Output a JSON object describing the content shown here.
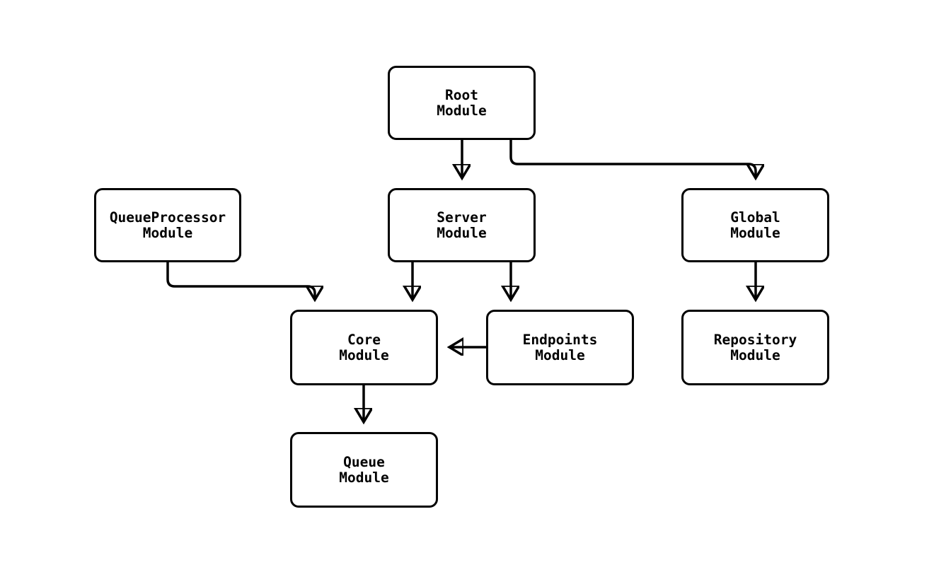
{
  "diagram": {
    "type": "flowchart",
    "background_color": "#ffffff",
    "node_fill_color": "#ffffff",
    "node_border_color": "#000000",
    "edge_color": "#000000",
    "text_color": "#000000",
    "nodes": [
      {
        "id": "root",
        "label": "Root\nModule"
      },
      {
        "id": "queueprocessor",
        "label": "QueueProcessor\nModule"
      },
      {
        "id": "server",
        "label": "Server\nModule"
      },
      {
        "id": "global",
        "label": "Global\nModule"
      },
      {
        "id": "core",
        "label": "Core\nModule"
      },
      {
        "id": "endpoints",
        "label": "Endpoints\nModule"
      },
      {
        "id": "repository",
        "label": "Repository\nModule"
      },
      {
        "id": "queue",
        "label": "Queue\nModule"
      }
    ],
    "edges": [
      {
        "from": "Root Module",
        "to": "Server Module"
      },
      {
        "from": "Root Module",
        "to": "Global Module"
      },
      {
        "from": "QueueProcessor Module",
        "to": "Core Module"
      },
      {
        "from": "Server Module",
        "to": "Core Module"
      },
      {
        "from": "Server Module",
        "to": "Endpoints Module"
      },
      {
        "from": "Endpoints Module",
        "to": "Core Module"
      },
      {
        "from": "Global Module",
        "to": "Repository Module"
      },
      {
        "from": "Core Module",
        "to": "Queue Module"
      }
    ]
  }
}
